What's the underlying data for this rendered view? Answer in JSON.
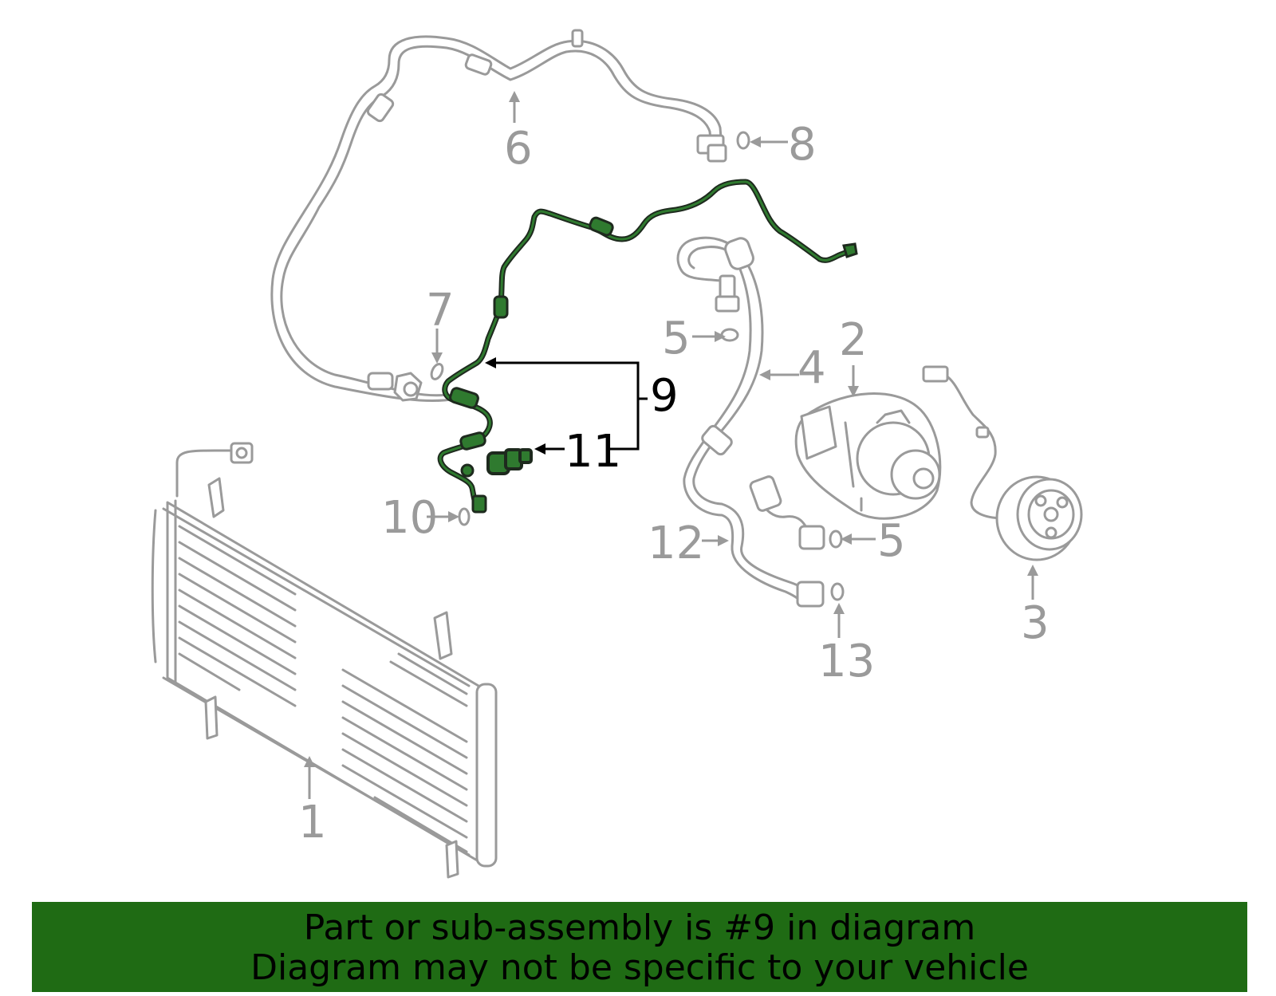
{
  "callouts": {
    "c1": "1",
    "c2": "2",
    "c3": "3",
    "c4": "4",
    "c5a": "5",
    "c5b": "5",
    "c6": "6",
    "c7": "7",
    "c8": "8",
    "c9": "9",
    "c10": "10",
    "c11": "11",
    "c12": "12",
    "c13": "13"
  },
  "highlighted_part": "9",
  "banner": {
    "line1": "Part or sub-assembly is #9 in diagram",
    "line2": "Diagram may not be specific to your vehicle"
  },
  "colors": {
    "banner_bg": "#1f6b14",
    "highlight": "#2f7a2f",
    "line_gray": "#9a9a9a"
  }
}
